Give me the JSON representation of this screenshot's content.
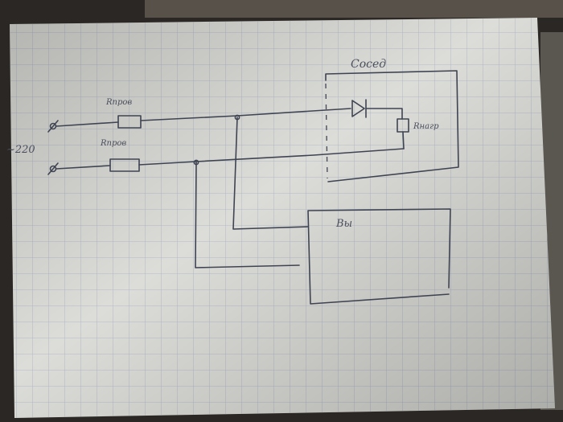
{
  "diagram": {
    "input_label": "~220",
    "terminal_symbol": "ø",
    "resistor_top_label": "Rпров",
    "resistor_bottom_label": "Rпров",
    "neighbor_label": "Сосед",
    "load_label": "Rнагр",
    "box_label": "Вы"
  },
  "colors": {
    "paper": "#dcdcd8",
    "grid": "#a9b3c4",
    "ink": "#3f4452"
  }
}
